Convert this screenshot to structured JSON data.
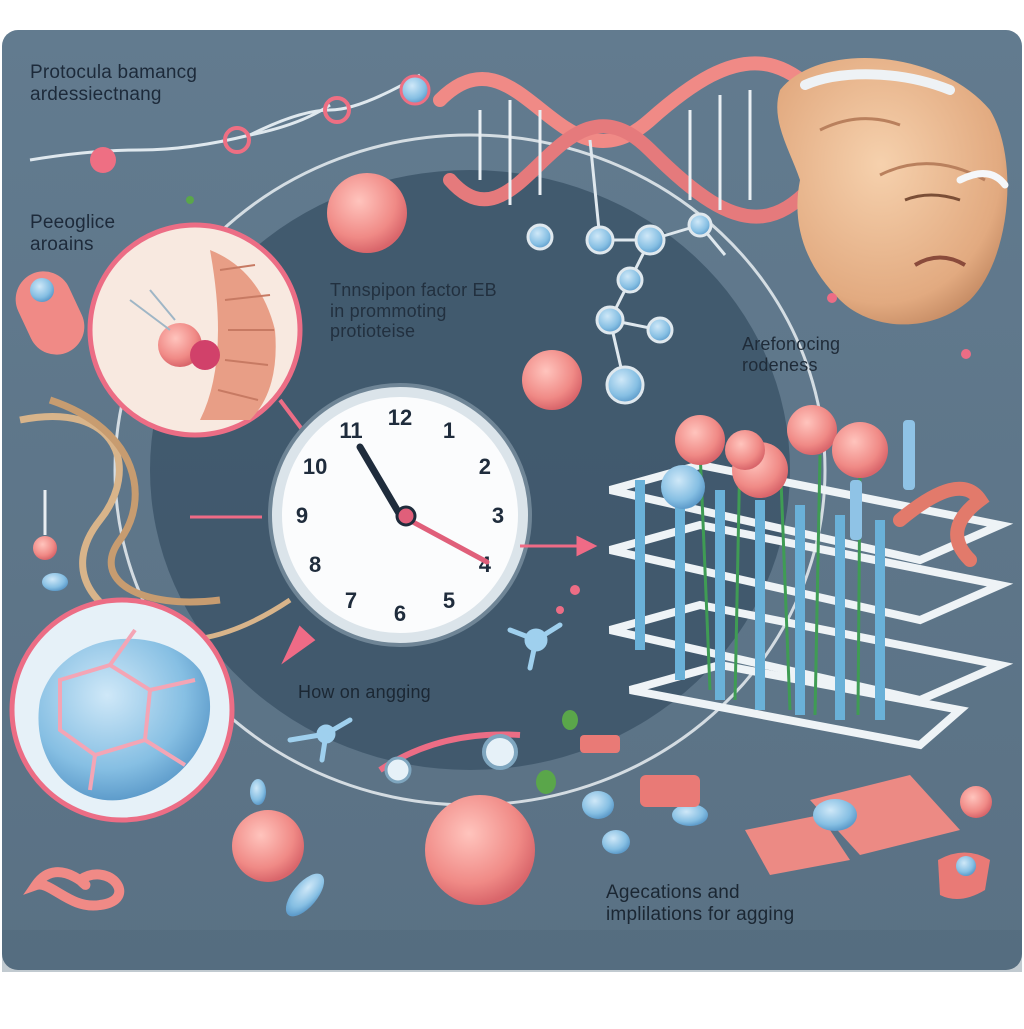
{
  "labels": {
    "top": [
      "Protocula bamancg",
      "ardessiectnang"
    ],
    "left": [
      "Peeoglice",
      "aroains"
    ],
    "center": [
      "Tnnspipon factor EB",
      "in prommoting",
      "protioteise"
    ],
    "right": [
      "Arefonocing",
      "rodeness"
    ],
    "clock_caption": "How on angging",
    "bottom": [
      "Agecations and",
      "implilations for agging"
    ]
  },
  "clock": {
    "numerals": [
      "12",
      "1",
      "2",
      "3",
      "4",
      "5",
      "6",
      "7",
      "8",
      "9",
      "10",
      "11"
    ]
  },
  "colors": {
    "panel": "#5d7588",
    "panel_dark": "#3f586b",
    "protein_pink": "#f08a86",
    "outline_pink": "#e0617e",
    "blue_cell": "#8fc3e6",
    "skin": "#e9b98f"
  }
}
